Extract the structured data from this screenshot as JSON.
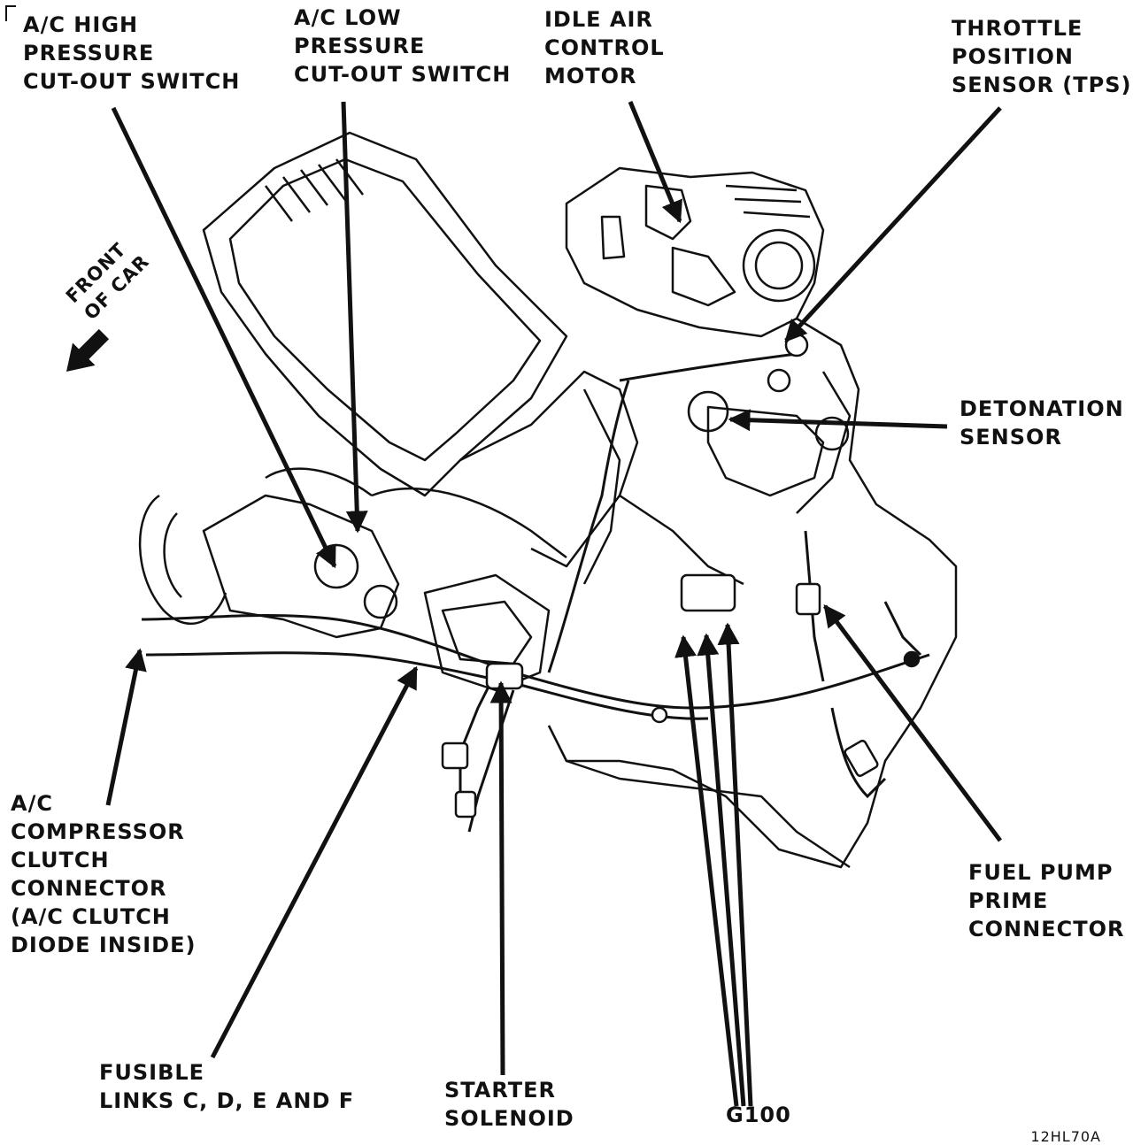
{
  "labels": {
    "ac_high_pressure": [
      "A/C HIGH",
      "PRESSURE",
      "CUT-OUT SWITCH"
    ],
    "ac_low_pressure": [
      "A/C LOW",
      "PRESSURE",
      "CUT-OUT SWITCH"
    ],
    "idle_air_control": [
      "IDLE AIR",
      "CONTROL",
      "MOTOR"
    ],
    "throttle_position": [
      "THROTTLE",
      "POSITION",
      "SENSOR (TPS)"
    ],
    "detonation_sensor": [
      "DETONATION",
      "SENSOR"
    ],
    "ac_compressor_clutch": [
      "A/C",
      "COMPRESSOR",
      "CLUTCH",
      "CONNECTOR",
      "(A/C CLUTCH",
      "DIODE INSIDE)"
    ],
    "fuel_pump_prime": [
      "FUEL PUMP",
      "PRIME",
      "CONNECTOR"
    ],
    "fusible_links": [
      "FUSIBLE",
      "LINKS C, D, E AND F"
    ],
    "starter_solenoid": [
      "STARTER",
      "SOLENOID"
    ],
    "g100": [
      "G100"
    ]
  },
  "front_of_car": [
    "FRONT",
    "OF CAR"
  ],
  "reference_code": "12HL70A"
}
